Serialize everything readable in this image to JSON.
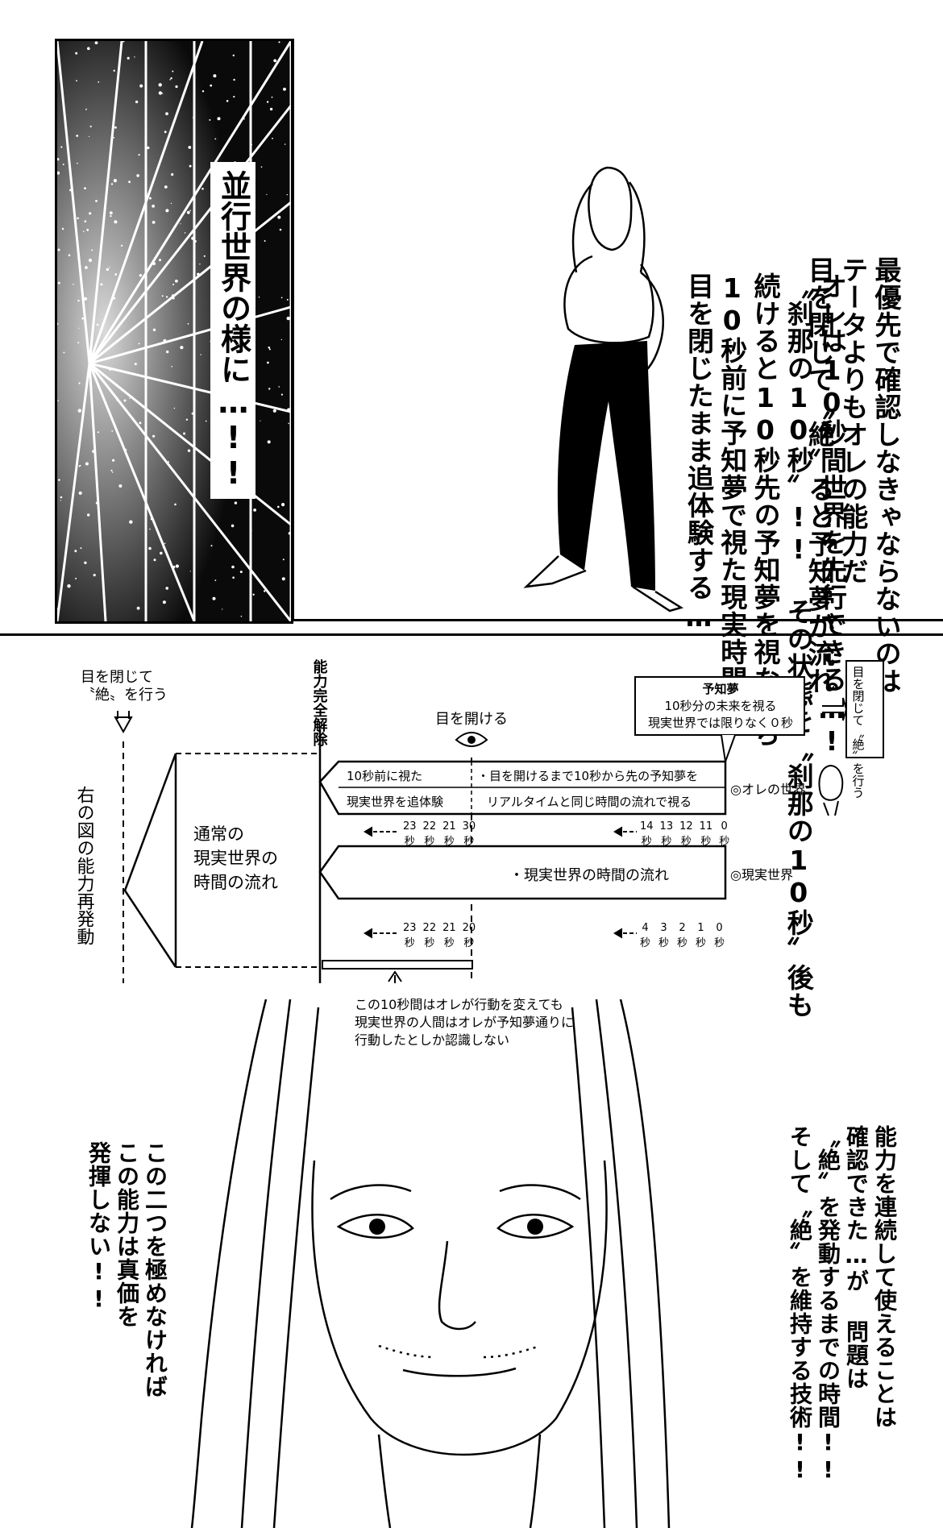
{
  "panel1": {
    "caption": "並行世界の様に…!!"
  },
  "panel2": {
    "text_right": [
      "最優先で確認しなきゃならないのは",
      "テータよりもオレの能力だ",
      "目を閉じて〝絶〟ると予知夢が流れ"
    ],
    "text_left": [
      "オレは10秒間世界を先行できる…!",
      "〝刹那の10秒〟!! その状態を〝刹那の10秒〟後も",
      "続けると10秒先の予知夢を視ながら",
      "10秒前に予知夢で視た現実時間を",
      "目を閉じたまま追体験する…"
    ]
  },
  "diagram": {
    "close_eyes_label": [
      "目を閉じて",
      "〝絶〟を行う"
    ],
    "ability_release": "能力完全解除",
    "open_eyes": "目を開ける",
    "right_box": [
      "目を",
      "閉じて",
      "〝絶〟",
      "を行う"
    ],
    "yochimu_title": "予知夢",
    "yochimu_line1": "10秒分の未来を視る",
    "yochimu_line2": "現実世界では限りなく０秒",
    "left_vertical": "右の図の能力再発動",
    "normal_flow": [
      "通常の",
      "現実世界の",
      "時間の流れ"
    ],
    "my_world": {
      "label": "◎オレの世界",
      "cell1a": "10秒前に視た",
      "cell1b": "現実世界を追体験",
      "cell2a": "・目を開けるまで10秒から先の予知夢を",
      "cell2b": "リアルタイムと同じ時間の流れで視る",
      "ticks_left": [
        "23",
        "22",
        "21",
        "30"
      ],
      "ticks_right": [
        "14",
        "13",
        "12",
        "11",
        "0"
      ],
      "sec": "秒"
    },
    "real_world": {
      "label": "◎現実世界",
      "text": "・現実世界の時間の流れ",
      "ticks_left": [
        "23",
        "22",
        "21",
        "20"
      ],
      "ticks_right": [
        "4",
        "3",
        "2",
        "1",
        "0"
      ],
      "sec": "秒"
    },
    "note": [
      "この10秒間はオレが行動を変えても",
      "現実世界の人間はオレが予知夢通りに",
      "行動したとしか認識しない"
    ]
  },
  "panel4": {
    "text_left": [
      "この二つを極めなければ",
      "この能力は真価を",
      "発揮しない!!"
    ],
    "text_right": [
      "能力を連続して使えることは",
      "確認できた…が 問題は",
      "〝絶〟を発動するまでの時間!!",
      "そして〝絶〟を維持する技術!!"
    ]
  }
}
